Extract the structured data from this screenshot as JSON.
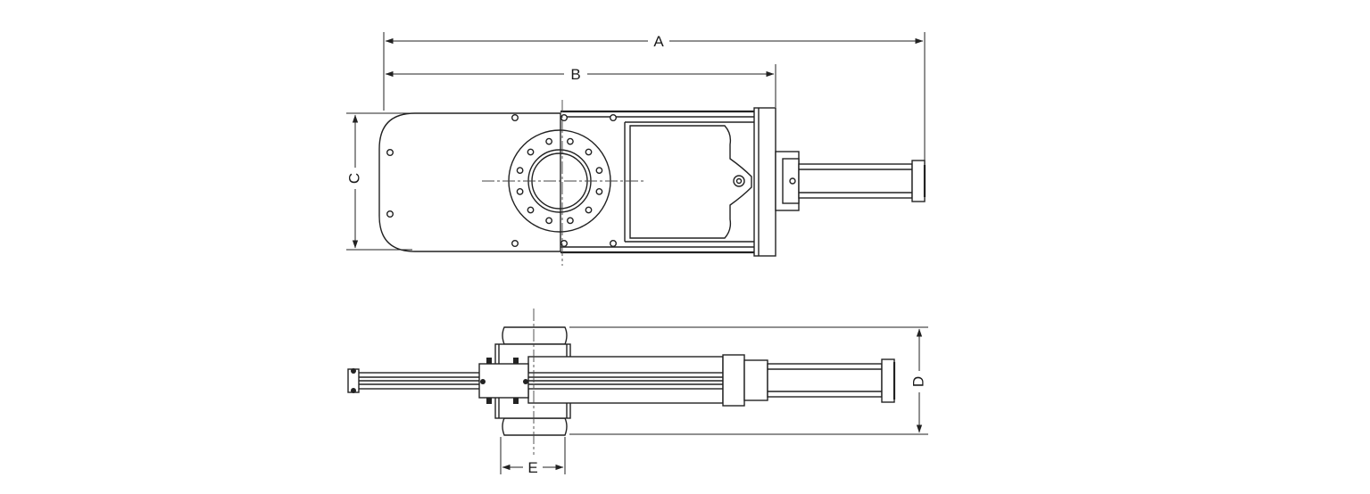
{
  "labels": {
    "A": "A",
    "B": "B",
    "C": "C",
    "D": "D",
    "E": "E"
  },
  "colors": {
    "line": "#222222",
    "background": "#ffffff"
  }
}
